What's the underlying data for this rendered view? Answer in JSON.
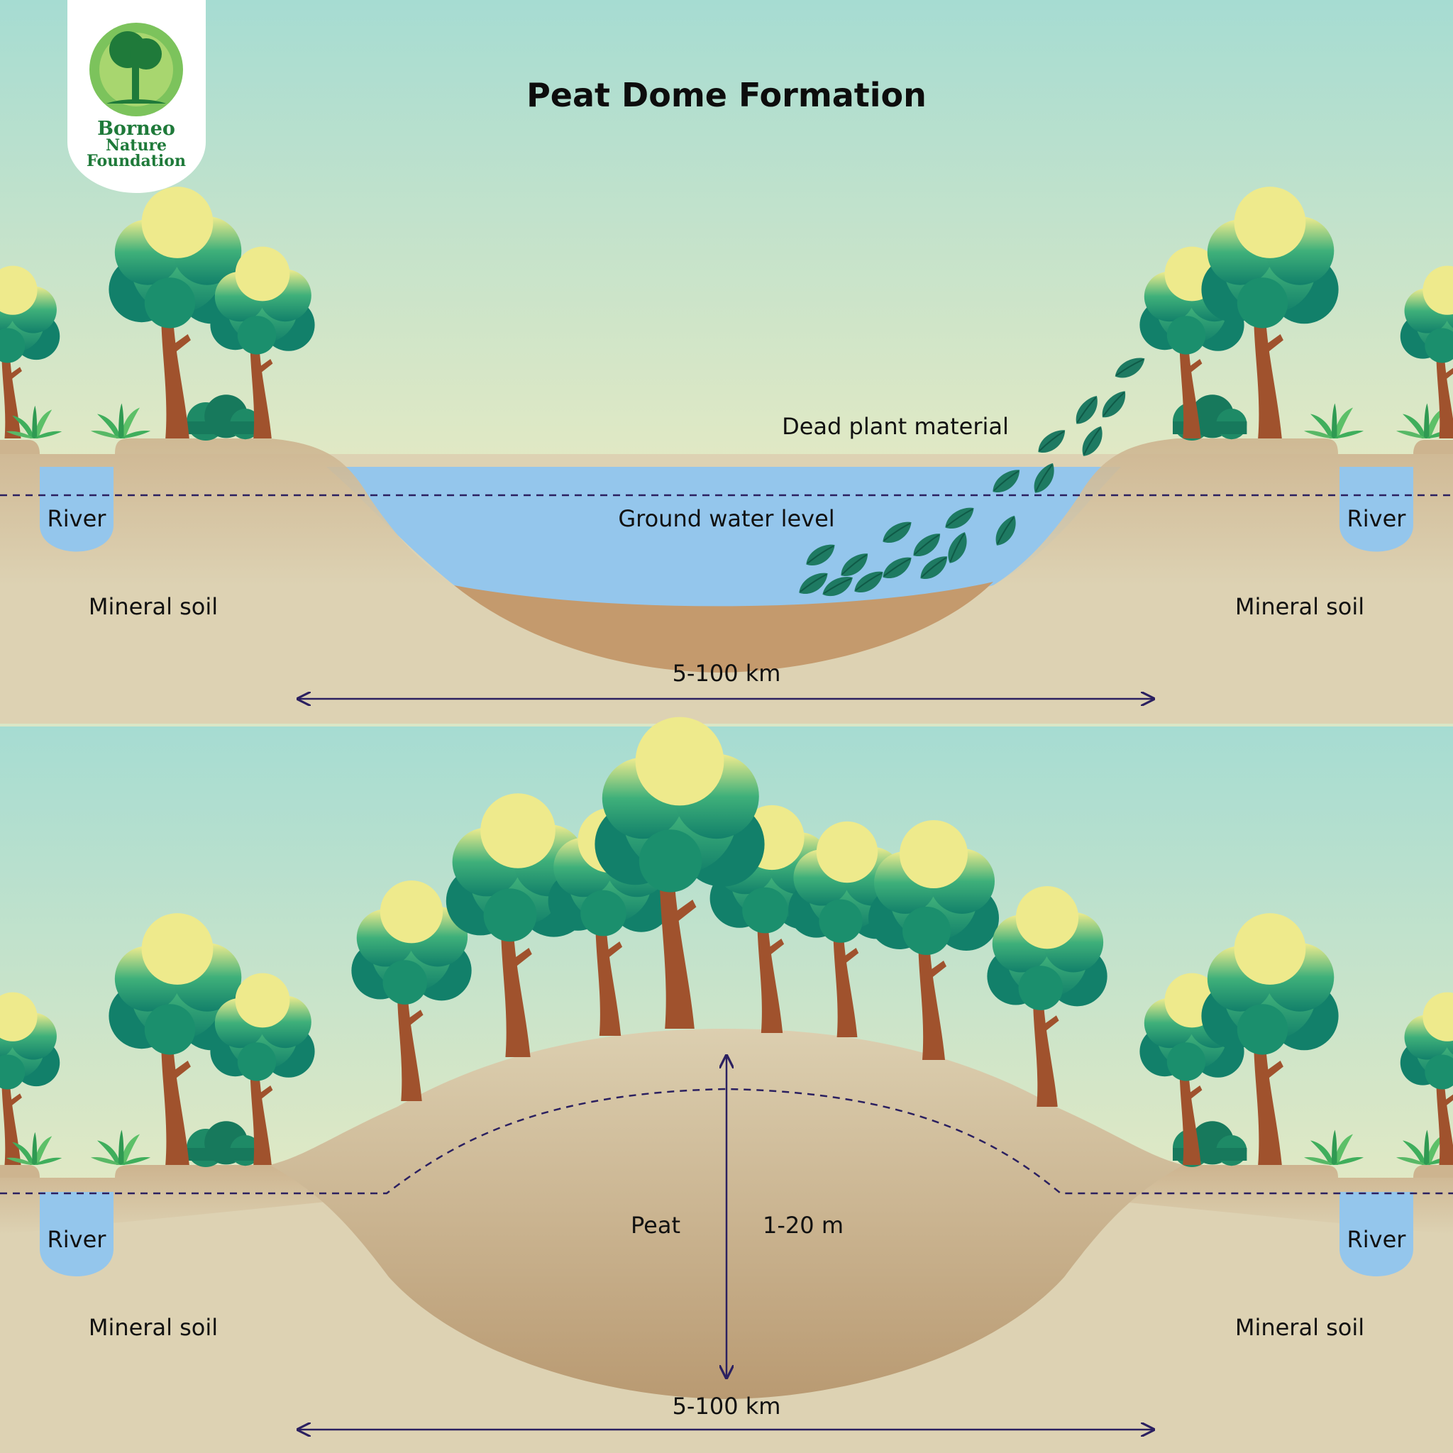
{
  "title": "Peat Dome Formation",
  "logo": {
    "line1": "Borneo",
    "line2": "Nature",
    "line3": "Foundation"
  },
  "top_panel": {
    "river_left": "River",
    "river_right": "River",
    "soil_left": "Mineral soil",
    "soil_right": "Mineral soil",
    "dead_plant": "Dead plant material",
    "groundwater": "Ground water level",
    "width": "5-100 km"
  },
  "bottom_panel": {
    "river_left": "River",
    "river_right": "River",
    "soil_left": "Mineral soil",
    "soil_right": "Mineral soil",
    "peat": "Peat",
    "depth": "1-20 m",
    "width": "5-100 km"
  },
  "colors": {
    "sky_top": "#a6dcd2",
    "sky_bottom": "#e2e9c4",
    "soil": "#ddd2b3",
    "water": "#94c6ec",
    "peat": "#c49a6d",
    "arrow": "#2b2060",
    "leaf": "#1e7a62",
    "trunk": "#a0522d"
  }
}
